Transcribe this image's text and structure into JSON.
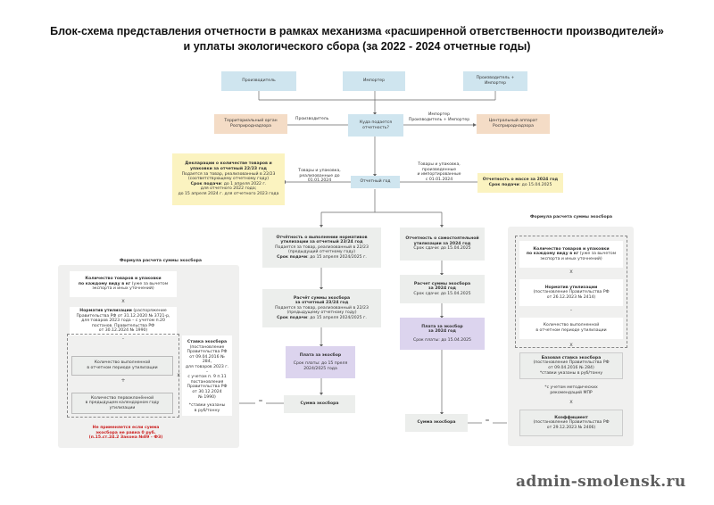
{
  "title": {
    "line1": "Блок-схема представления отчетности в рамках механизма «расширенной ответственности производителей»",
    "line2": "и уплаты экологического сбора (за 2022 - 2024 отчетные годы)"
  },
  "top": {
    "producer": "Производитель",
    "importer": "Импортер",
    "producer_importer": "Производитель + Импортер"
  },
  "second": {
    "territorial": [
      "Территориальный орган",
      "Росприроднадзора"
    ],
    "question": [
      "Куда подается",
      "отчетность?"
    ],
    "central": [
      "Центральный аппарат",
      "Росприроднадзора"
    ],
    "edge_producer": "Производитель",
    "edge_importer": [
      "Импортер",
      "Производитель + Импортер"
    ]
  },
  "year": {
    "box": "Отчетный год",
    "left_note": [
      "Товары и упаковка,",
      "реализованные до",
      "01.01.2024"
    ],
    "right_note": [
      "Товары и упаковка,",
      "произведенные",
      "и импортированные",
      "с 01.01.2024"
    ]
  },
  "declaration": {
    "title": [
      "Декларации о количестве товаров и",
      "упаковки за отчетный 22/23 год"
    ],
    "lines": [
      "Подается за товар, реализованный в 22/23",
      "(соответствующему отчетному году)"
    ],
    "deadline_label": "Срок подачи",
    "deadline": ": до 1 апреля 2022 г.",
    "d2": "для отчетного 2022 года;",
    "d3": "до 15 апреля 2024 г. для отчетного 2023 года"
  },
  "mass_report": {
    "title": "Отчетность о массе за 2024 год",
    "deadline_label": "Срок подачи",
    "deadline": ": до 15.04.2025"
  },
  "left_formula": {
    "header": "Формула расчета суммы экосбора",
    "qty": [
      "Количество товаров и упаковки",
      "по каждому виду в кг",
      "(уже за вычетом",
      "экспорта и иных уточнений)"
    ],
    "mult": "x",
    "norm": [
      "Норматив утилизации",
      "(распоряжение Правительства РФ от 31.12.2020 № 3721-р,",
      "для товаров 2023 года – с учетом п.20 постанов. Правительства РФ",
      "от 30.12.2024 № 1990)"
    ],
    "minus": "-",
    "utilized": [
      "Количество выполненной",
      "в отчетном периоде утилизации"
    ],
    "plus": "+",
    "first_class": [
      "Количество первоклонённой",
      "в предыдущем календарном году",
      "утилизации"
    ],
    "rate_title": "Ставка экосбора",
    "rate_text": [
      "(постановление",
      "Правительства РФ",
      "от 09.04.2016 № 284,",
      "для товаров 2023 г. –",
      "с учетом п. 9 п.11",
      "постановления",
      "Правительства РФ",
      "от 30.12.2024",
      "№ 1990)"
    ],
    "rate_note": [
      "*ставки указаны",
      "в руб/тонну"
    ],
    "warning": [
      "Не применяется если сумма",
      "экосбора не равна 0 руб.",
      "(п.15.ст.24.2 Закона №89 - ФЗ)"
    ]
  },
  "mid_left": {
    "norm_report_title": [
      "Отчётность о выполнении нормативов",
      "утилизации за отчетный 23/24 год"
    ],
    "norm_report_lines": [
      "Подается за товар, реализованный в 22/23",
      "(предыдущий отчетному году)"
    ],
    "norm_report_deadline_label": "Срок подачи",
    "norm_report_deadline": ": до 15 апреля 2024/2025 г.",
    "calc_title": [
      "Расчёт суммы экосбора",
      "за отчетный 23/24 год"
    ],
    "calc_lines": [
      "Подается за товар, реализованный в 22/23",
      "(предыдущему отчетному году)"
    ],
    "calc_deadline_label": "Срок подачи",
    "calc_deadline": ": до 15 апреля 2024/2025 г.",
    "pay_title": "Плата за экосбор",
    "pay_lines": [
      "Срок платы: до 15 преля",
      "2024/2025 года"
    ],
    "sum": "Сумма экосбора"
  },
  "mid_right": {
    "self_title": [
      "Отчетность о самостоятельной",
      "утилизации за 2024 год"
    ],
    "self_line": "Срок сдачи: до 15.04.2025",
    "calc_title": [
      "Расчет суммы экосбора",
      "за 2024 год"
    ],
    "calc_line": "Срок сдачи: до 15.04.2025",
    "pay_title": [
      "Плата за экосбор",
      "за 2024 год"
    ],
    "pay_line": "Срок платы: до 15.04.2025",
    "sum": "Сумма экосбора"
  },
  "right_formula": {
    "header": "Формула расчета суммы экосбора",
    "qty": [
      "Количество товаров и упаковки",
      "по каждому виду в кг",
      "(уже за вычетом",
      "экспорта и иных уточнений)"
    ],
    "mult": "x",
    "norm": [
      "Норматив утилизации",
      "(постановление Правительства РФ",
      "от 26.12.2023 № 2414)"
    ],
    "minus": "-",
    "utilized": [
      "Количество выполненной",
      "в отчетном периоде утилизации"
    ],
    "mult2": "x",
    "base_rate": [
      "Базовая ставка экосбора",
      "(постановление Правительства РФ",
      "от 09.04.2016 № 284)",
      "*ставки указаны в руб/тонну"
    ],
    "mnr_note": [
      "*с учетом методических",
      "рекомендаций МПР"
    ],
    "mult3": "x",
    "coef": [
      "Коэффициент",
      "(постановление Правительства РФ",
      "от 29.12.2023 № 2406)"
    ]
  },
  "eq": "=",
  "watermark": "admin-smolensk.ru",
  "colors": {
    "blue": "#cfe5ef",
    "orange": "#f4dcc6",
    "yellow": "#fbf3c0",
    "grey": "#eceeec",
    "lilac": "#dcd4ee",
    "red": "#cc2222"
  }
}
